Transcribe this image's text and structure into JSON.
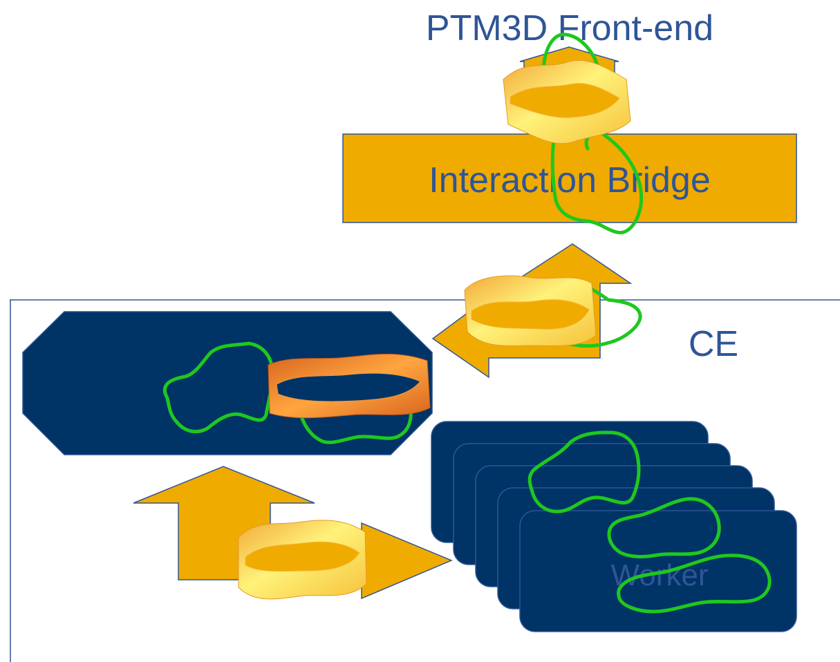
{
  "title": "PTM3D Front-end",
  "bridge_label": "Interaction Bridge",
  "ce_label": "CE",
  "worker_label": "Worker",
  "colors": {
    "title_text": "#2f5597",
    "gold": "#f0ab00",
    "navy": "#003366",
    "frame_line": "#2f5597",
    "loop_green": "#1ec81e",
    "ring_yellow": "#ffe34d",
    "ring_orange": "#f08a2a"
  }
}
